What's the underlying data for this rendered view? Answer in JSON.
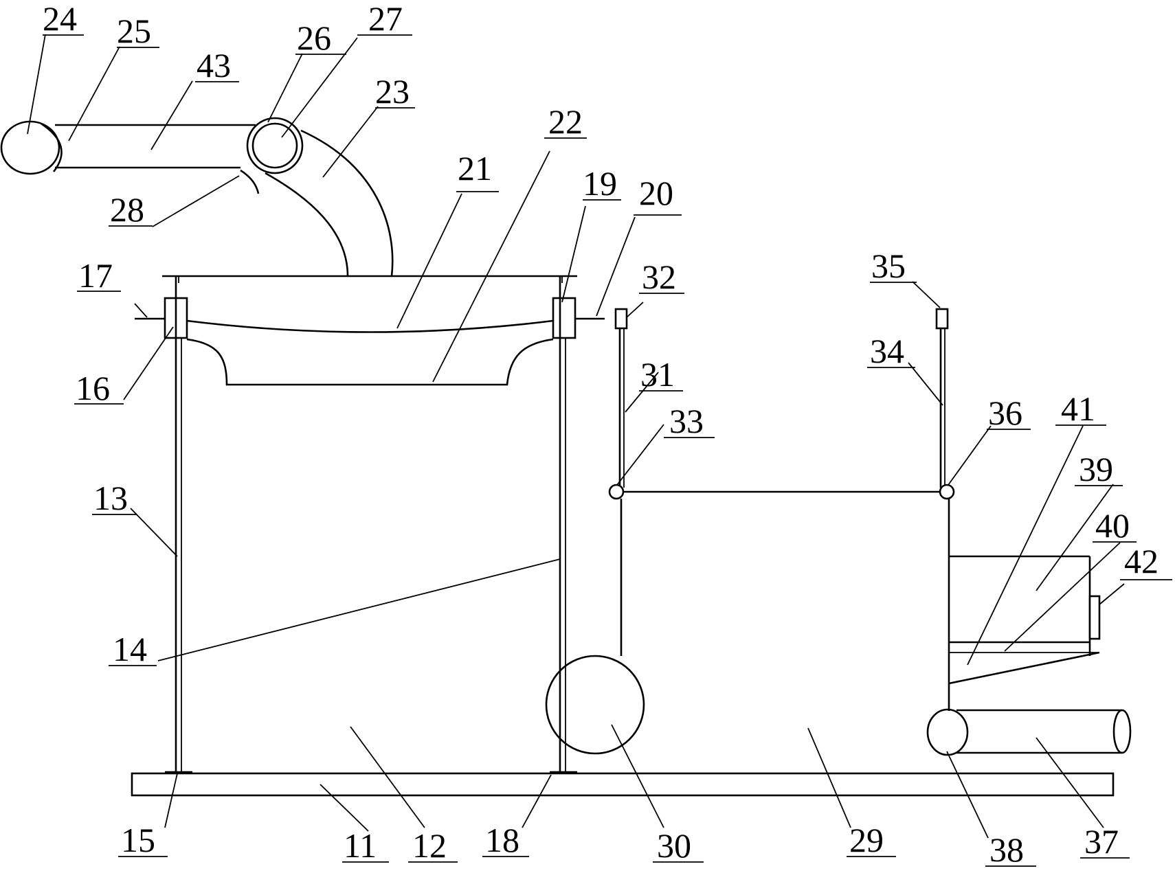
{
  "labels": {
    "l11": "11",
    "l12": "12",
    "l13": "13",
    "l14": "14",
    "l15": "15",
    "l16": "16",
    "l17": "17",
    "l18": "18",
    "l19": "19",
    "l20": "20",
    "l21": "21",
    "l22": "22",
    "l23": "23",
    "l24": "24",
    "l25": "25",
    "l26": "26",
    "l27": "27",
    "l28": "28",
    "l29": "29",
    "l30": "30",
    "l31": "31",
    "l32": "32",
    "l33": "33",
    "l34": "34",
    "l35": "35",
    "l36": "36",
    "l37": "37",
    "l38": "38",
    "l39": "39",
    "l40": "40",
    "l41": "41",
    "l42": "42",
    "l43": "43"
  }
}
